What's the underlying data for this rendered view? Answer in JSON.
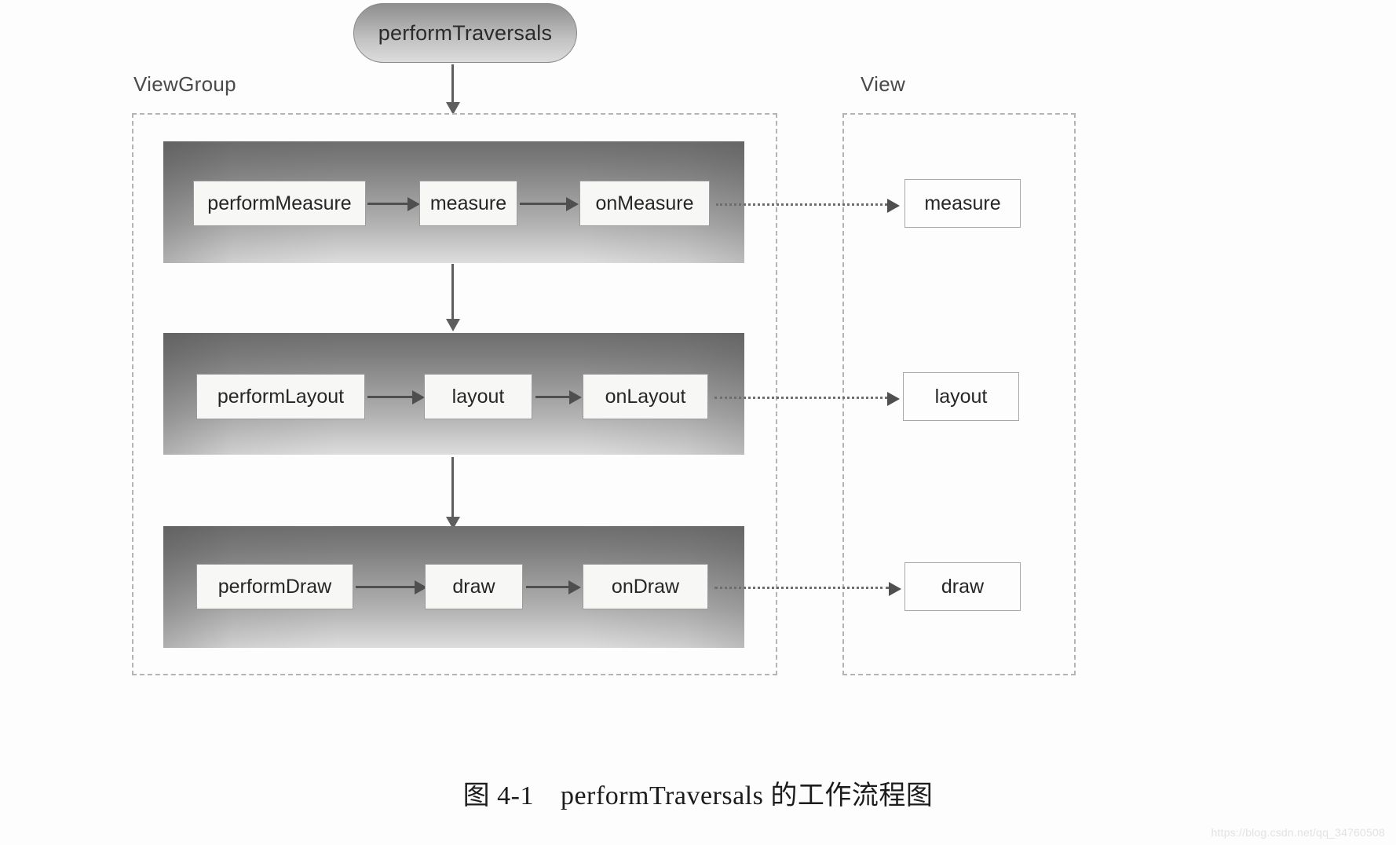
{
  "diagram": {
    "start_node": {
      "label": "performTraversals"
    },
    "groups": [
      {
        "key": "viewgroup",
        "label": "ViewGroup"
      },
      {
        "key": "view",
        "label": "View"
      }
    ],
    "stages": [
      {
        "key": "measure",
        "steps": [
          "performMeasure",
          "measure",
          "onMeasure"
        ],
        "view_step": "measure"
      },
      {
        "key": "layout",
        "steps": [
          "performLayout",
          "layout",
          "onLayout"
        ],
        "view_step": "layout"
      },
      {
        "key": "draw",
        "steps": [
          "performDraw",
          "draw",
          "onDraw"
        ],
        "view_step": "draw"
      }
    ],
    "colors": {
      "band_dark": "#6e6e6e",
      "band_light": "#dddddd",
      "box_fill": "#f7f7f5",
      "box_border": "#9a9a9a",
      "dashed_border": "#b4b4b4",
      "arrow": "#4f4f4f",
      "text": "#262626"
    }
  },
  "caption": {
    "figure_number": "图 4-1",
    "title": "performTraversals 的工作流程图"
  },
  "watermark": {
    "text": "https://blog.csdn.net/qq_34760508"
  }
}
